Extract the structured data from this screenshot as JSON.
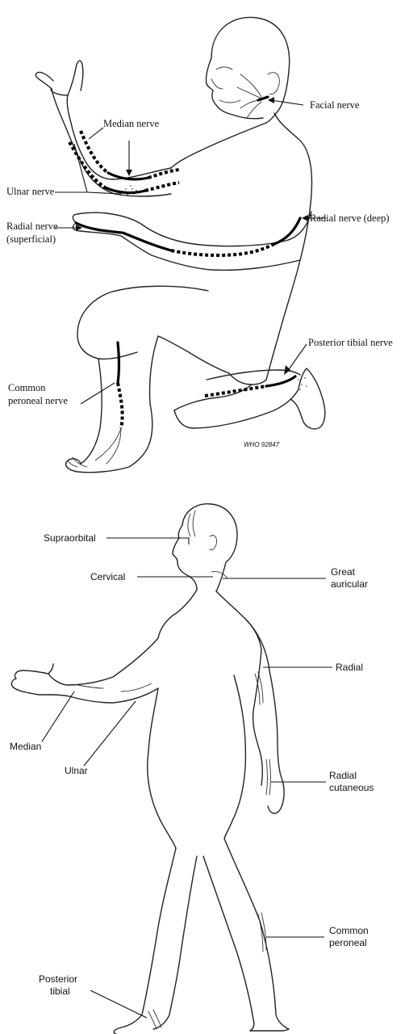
{
  "figure_a": {
    "labels": {
      "median_nerve": "Median nerve",
      "facial_nerve": "Facial nerve",
      "ulnar_nerve": "Ulnar nerve",
      "radial_nerve_superficial_1": "Radial nerve",
      "radial_nerve_superficial_2": "(superficial)",
      "radial_nerve_deep": "Radial nerve (deep)",
      "posterior_tibial_nerve": "Posterior tibial nerve",
      "common_peroneal_nerve_1": "Common",
      "common_peroneal_nerve_2": "peroneal nerve"
    },
    "code": "WHO 92847"
  },
  "figure_b": {
    "labels": {
      "supraorbital": "Supraorbital",
      "great_auricular_1": "Great",
      "great_auricular_2": "auricular",
      "cervical": "Cervical",
      "radial": "Radial",
      "median": "Median",
      "ulnar": "Ulnar",
      "radial_cutaneous_1": "Radial",
      "radial_cutaneous_2": "cutaneous",
      "common_peroneal_1": "Common",
      "common_peroneal_2": "peroneal",
      "posterior_tibial_1": "Posterior",
      "posterior_tibial_2": "tibial"
    }
  }
}
